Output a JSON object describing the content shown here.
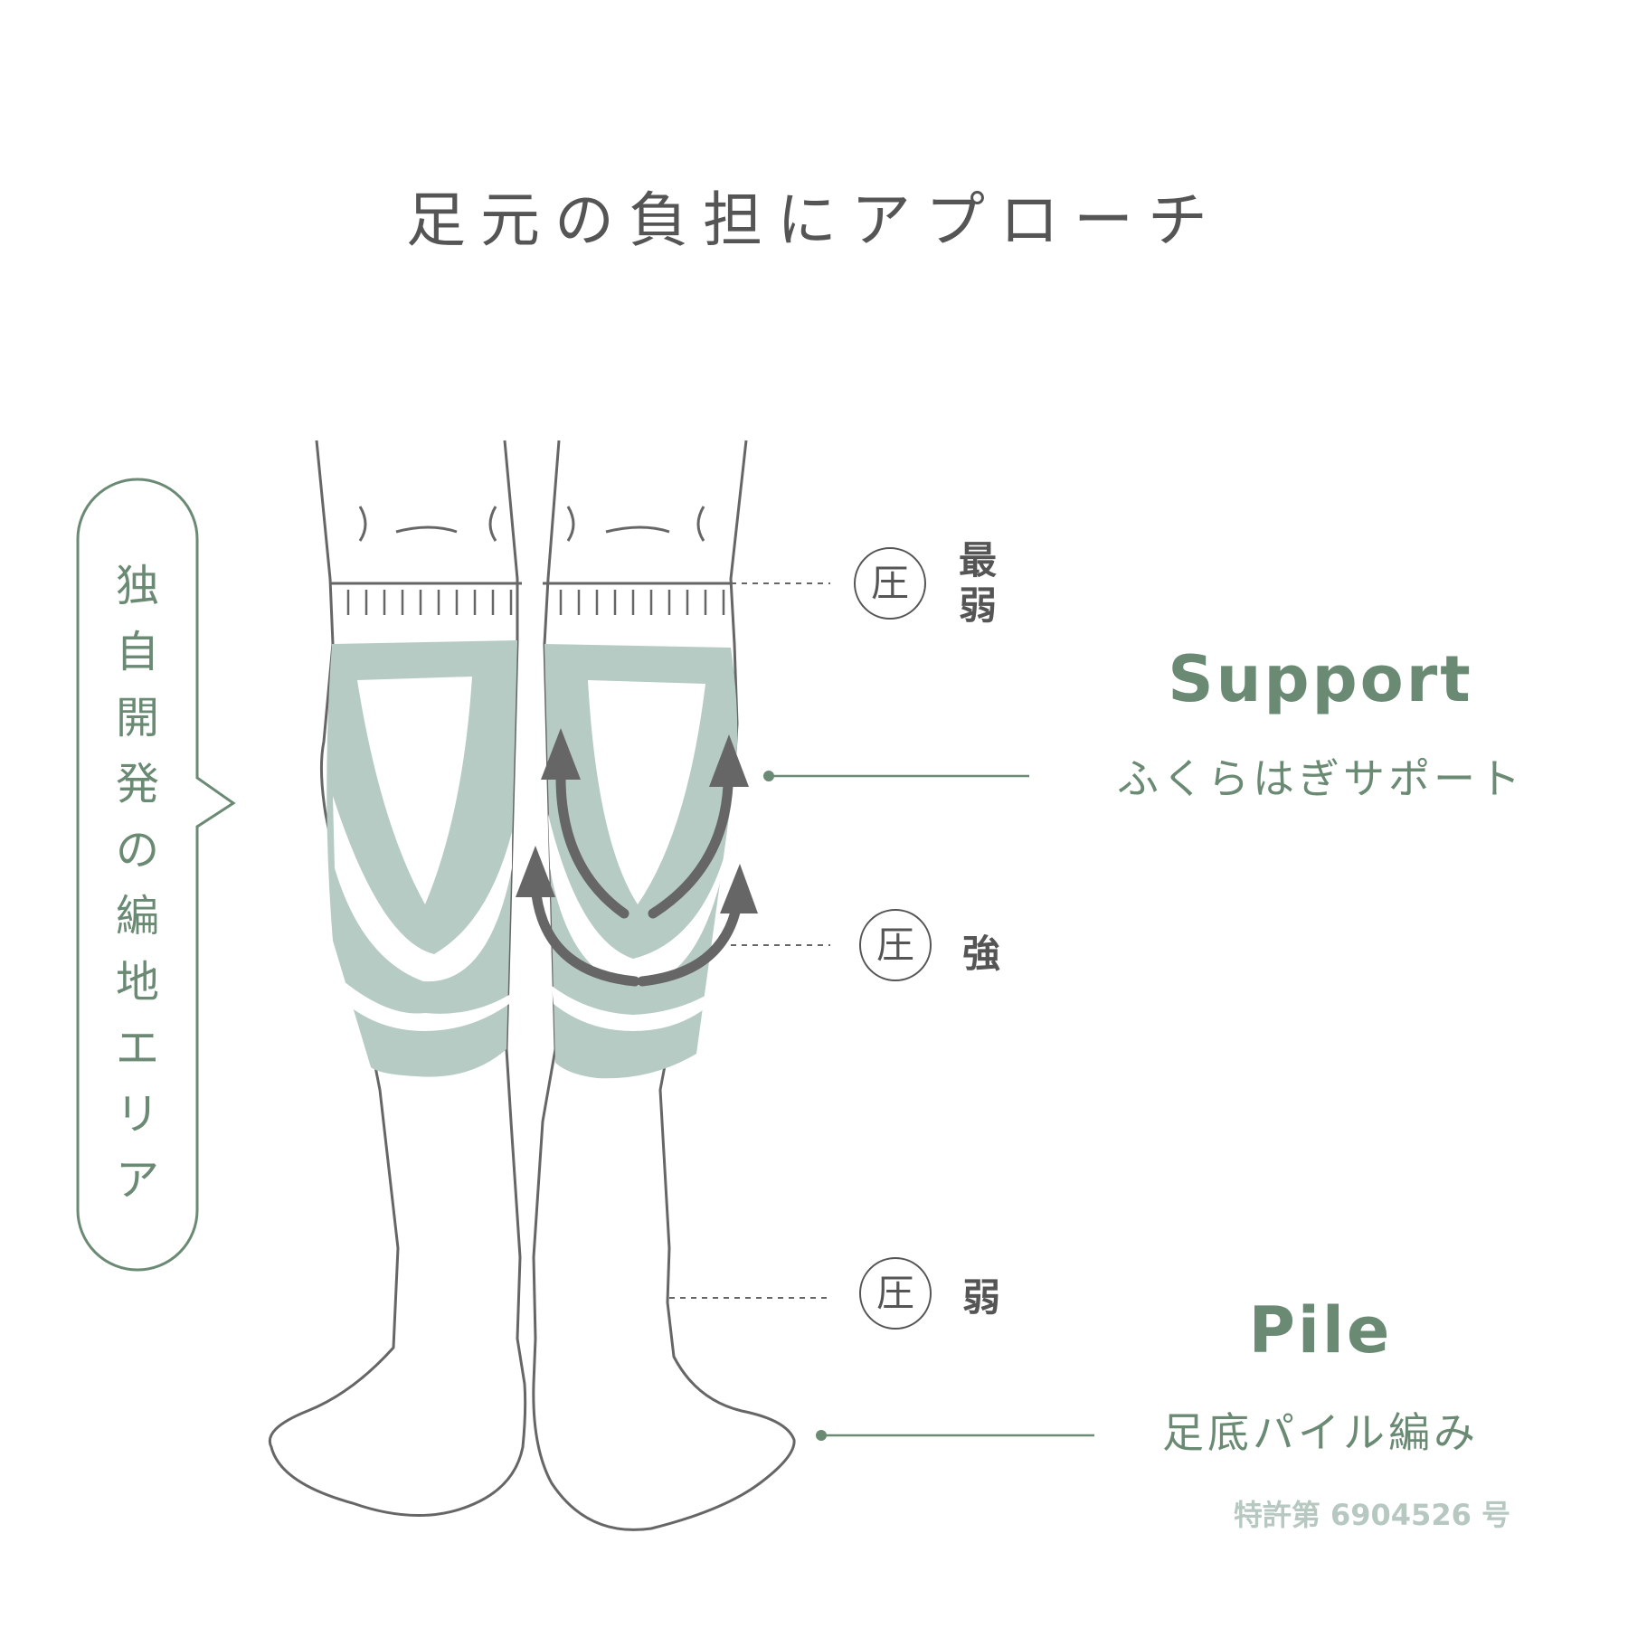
{
  "title": "足元の負担にアプローチ",
  "bubble": {
    "text": "独自開発の編地エリア"
  },
  "pressure": [
    {
      "symbol": "圧",
      "label": "最弱"
    },
    {
      "symbol": "圧",
      "label": "強"
    },
    {
      "symbol": "圧",
      "label": "弱"
    }
  ],
  "features": [
    {
      "title": "Support",
      "subtitle": "ふくらはぎサポート"
    },
    {
      "title": "Pile",
      "subtitle": "足底パイル編み"
    }
  ],
  "patent": "特許第 6904526 号",
  "colors": {
    "accent": "#6a8a74",
    "band": "#b7cbc5",
    "line": "#666666",
    "arrow": "#666666",
    "patent": "#b7c8c0"
  }
}
